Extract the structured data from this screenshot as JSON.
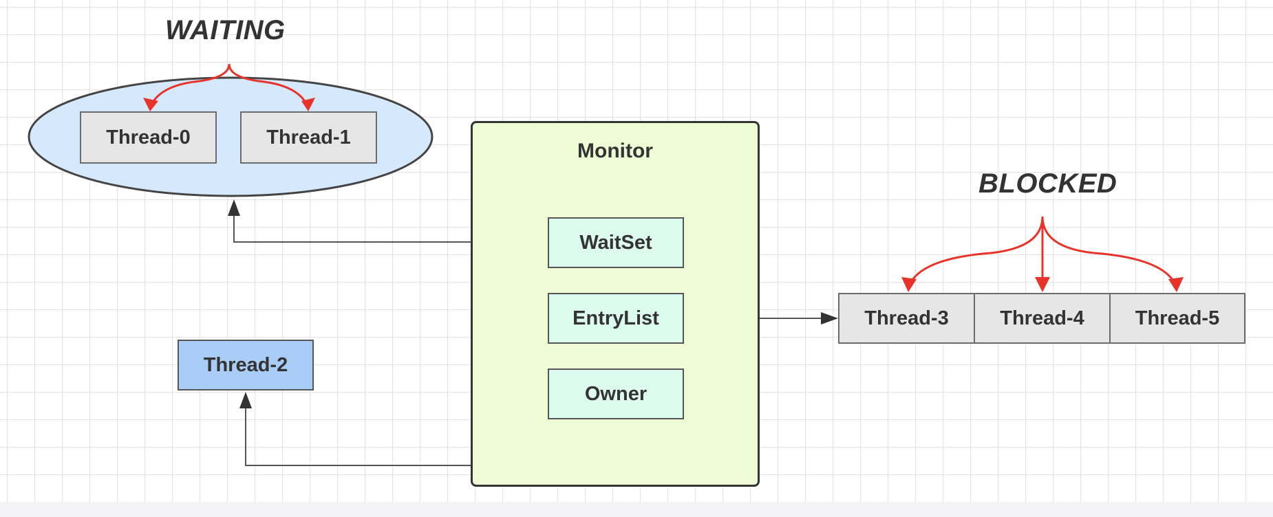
{
  "waiting": {
    "label": "WAITING",
    "threads": [
      "Thread-0",
      "Thread-1"
    ]
  },
  "monitor": {
    "title": "Monitor",
    "waitset": "WaitSet",
    "entrylist": "EntryList",
    "owner": "Owner"
  },
  "owner_thread": "Thread-2",
  "blocked": {
    "label": "BLOCKED",
    "threads": [
      "Thread-3",
      "Thread-4",
      "Thread-5"
    ]
  },
  "colors": {
    "arrow_red": "#e8332a",
    "connector": "#555555",
    "waiting_fill": "#d6e8fc",
    "monitor_fill": "#eefcd6",
    "slot_fill": "#dcfbee",
    "owner_fill": "#a9cdf7",
    "thread_fill": "#e6e6e6"
  }
}
